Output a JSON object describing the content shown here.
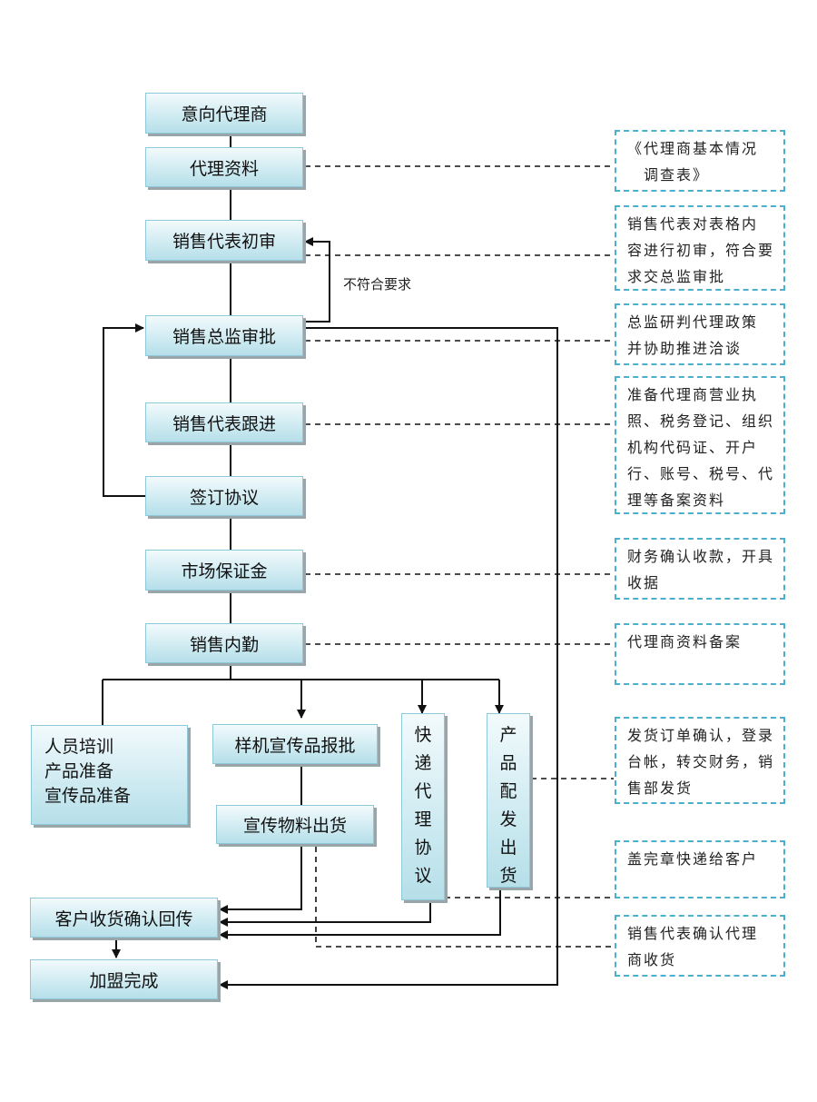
{
  "flow": {
    "steps": {
      "intent_agent": "意向代理商",
      "agent_materials": "代理资料",
      "rep_initial_review": "销售代表初审",
      "director_approval": "销售总监审批",
      "rep_follow_up": "销售代表跟进",
      "sign_agreement": "签订协议",
      "market_deposit": "市场保证金",
      "sales_admin": "销售内勤",
      "training": [
        "人员培训",
        "产品准备",
        "宣传品准备"
      ],
      "sample_promo_approval": "样机宣传品报批",
      "promo_shipment": "宣传物料出货",
      "express_agreement": [
        "快",
        "递",
        "代",
        "理",
        "协",
        "议"
      ],
      "product_delivery": [
        "产",
        "品",
        "配",
        "发",
        "出",
        "货"
      ],
      "customer_receipt_confirm": "客户收货确认回传",
      "franchise_complete": "加盟完成"
    },
    "edge_labels": {
      "not_compliant": "不符合要求"
    },
    "notes": {
      "survey_form": [
        "《代理商基本情况",
        "调查表》"
      ],
      "initial_review_note": [
        "销售代表对表格内",
        "容进行初审，符合要",
        "求交总监审批"
      ],
      "director_note": [
        "总监研判代理政策",
        "并协助推进洽谈"
      ],
      "follow_up_note": [
        "准备代理商营业执",
        "照、税务登记、组织",
        "机构代码证、开户",
        "行、账号、税号、代",
        "理等备案资料"
      ],
      "deposit_note": [
        "财务确认收款，开具",
        "收据"
      ],
      "admin_note": [
        "代理商资料备案"
      ],
      "delivery_note": [
        "发货订单确认，登录",
        "台帐，转交财务，销",
        "售部发货"
      ],
      "express_note": [
        "盖完章快递给客户"
      ],
      "receipt_note": [
        "销售代表确认代理",
        "商收货"
      ]
    }
  },
  "colors": {
    "box_top": "#f2fafc",
    "box_bottom": "#b6dfe9",
    "box_border": "#8fc8d8",
    "note_border": "#4cb0cc",
    "line": "#111111"
  }
}
